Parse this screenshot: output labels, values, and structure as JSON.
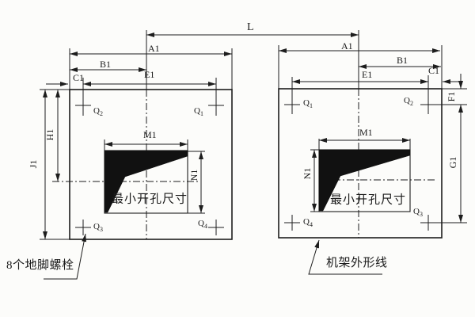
{
  "drawing": {
    "overall_dim_label": "L",
    "left_view": {
      "dim_labels": {
        "A1": "A1",
        "B1": "B1",
        "C1": "C1",
        "E1": "E1",
        "H1": "H1",
        "J1": "J1",
        "M1": "M1",
        "N1": "N1"
      },
      "bolt_labels": {
        "top_left": {
          "base": "Q",
          "sub": "2"
        },
        "top_right": {
          "base": "Q",
          "sub": "1"
        },
        "bottom_left": {
          "base": "Q",
          "sub": "3"
        },
        "bottom_right": {
          "base": "Q",
          "sub": "4"
        }
      },
      "opening_label": "最小开孔尺寸"
    },
    "right_view": {
      "dim_labels": {
        "A1": "A1",
        "B1": "B1",
        "C1": "C1",
        "E1": "E1",
        "F1": "F1",
        "G1": "G1",
        "M1": "M1",
        "N1": "N1"
      },
      "bolt_labels": {
        "top_left": {
          "base": "Q",
          "sub": "1"
        },
        "top_right": {
          "base": "Q",
          "sub": "2"
        },
        "bottom_left": {
          "base": "Q",
          "sub": "4"
        },
        "bottom_right": {
          "base": "Q",
          "sub": "3"
        }
      },
      "opening_label": "最小开孔尺寸"
    },
    "callouts": {
      "anchor_bolts": "8个地脚螺栓",
      "frame_outline": "机架外形线"
    },
    "line_color": "#1d1d1d",
    "fill_color": "#111111"
  }
}
